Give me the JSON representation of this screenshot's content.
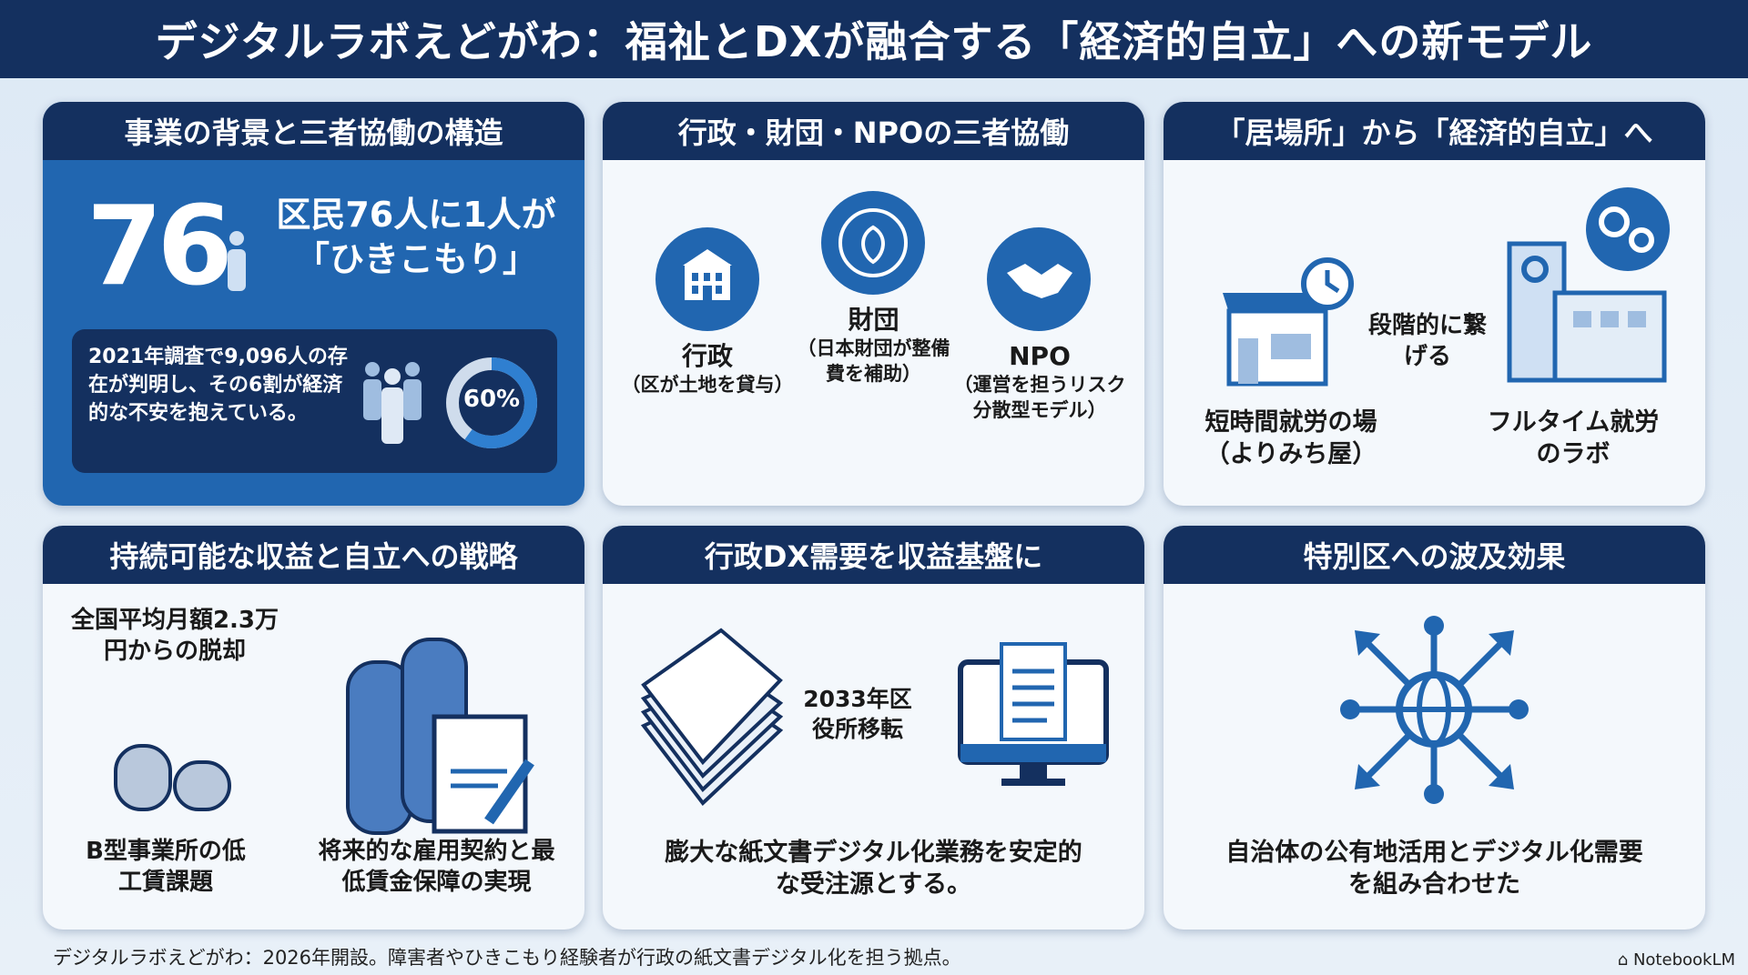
{
  "title": "デジタルラボえどがわ：福祉とDXが融合する「経済的自立」への新モデル",
  "panels": {
    "background": {
      "heading": "事業の背景と三者協働の構造",
      "big_number": "76",
      "headline1": "区民76人に1人が",
      "headline2": "「ひきこもり」",
      "detail": "2021年調査で9,096人の存在が判明し、その6割が経済的な不安を抱えている。",
      "donut_label": "60%",
      "donut_value": 0.6
    },
    "collab": {
      "heading": "行政・財団・NPOの三者協働",
      "gov": "行政",
      "gov_sub": "（区が土地を貸与）",
      "found": "財団",
      "found_sub": "（日本財団が整備費を補助）",
      "npo": "NPO",
      "npo_sub": "（運営を担うリスク分散型モデル）"
    },
    "steps": {
      "heading": "「居場所」から「経済的自立」へ",
      "left": "短時間就労の場",
      "left_sub": "（よりみち屋）",
      "mid": "段階的に繋げる",
      "right": "フルタイム就労のラボ"
    },
    "revenue": {
      "heading": "持続可能な収益と自立への戦略",
      "avg": "全国平均月額2.3万円からの脱却",
      "left": "B型事業所の低工賃課題",
      "right": "将来的な雇用契約と最低賃金保障の実現"
    },
    "dx": {
      "heading": "行政DX需要を収益基盤に",
      "move": "2033年区役所移転",
      "desc": "膨大な紙文書デジタル化業務を安定的な受注源とする。"
    },
    "ripple": {
      "heading": "特別区への波及効果",
      "desc": "自治体の公有地活用とデジタル化需要を組み合わせた"
    }
  },
  "footer": "デジタルラボえどがわ：2026年開設。障害者やひきこもり経験者が行政の紙文書デジタル化を担う拠点。",
  "brand": "NotebookLM",
  "colors": {
    "navy": "#14305f",
    "blue": "#2166b0"
  }
}
